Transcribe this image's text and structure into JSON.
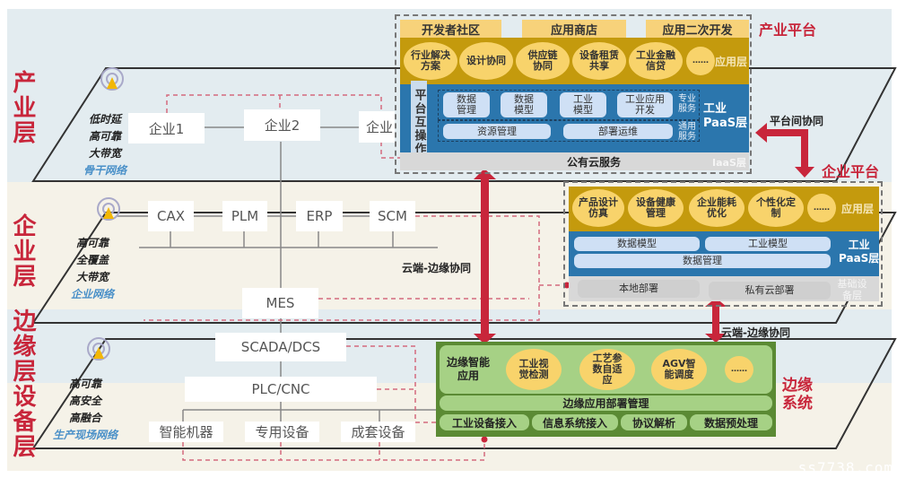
{
  "layers": {
    "industry": "产业层",
    "enterprise": "企业层",
    "edge": "边缘层",
    "device": "设备层"
  },
  "networks": {
    "backbone": {
      "tags": [
        "低时延",
        "高可靠",
        "大带宽"
      ],
      "name": "骨干网络"
    },
    "enterprise": {
      "tags": [
        "高可靠",
        "全覆盖",
        "大带宽"
      ],
      "name": "企业网络"
    },
    "field": {
      "tags": [
        "高可靠",
        "高安全",
        "高融合"
      ],
      "name": "生产现场网络"
    }
  },
  "industry_nodes": [
    "企业1",
    "企业2",
    "企业"
  ],
  "enterprise_nodes": [
    "CAX",
    "PLM",
    "ERP",
    "SCM"
  ],
  "mes": "MES",
  "scada": "SCADA/DCS",
  "plc": "PLC/CNC",
  "devices": [
    "智能机器",
    "专用设备",
    "成套设备"
  ],
  "industry_platform": {
    "title": "产业平台",
    "tabs": [
      "开发者社区",
      "应用商店",
      "应用二次开发"
    ],
    "apps": [
      "行业解决方案",
      "设计协同",
      "供应链协同",
      "设备租赁共享",
      "工业金融信贷",
      "……"
    ],
    "app_layer_label": "应用层",
    "interop": "平台互操作",
    "paas_pro": [
      "数据管理",
      "数据模型",
      "工业模型",
      "工业应用开发"
    ],
    "paas_pro_label": "专业服务",
    "paas_common": [
      "资源管理",
      "部署运维"
    ],
    "paas_common_label": "通用服务",
    "paas_label_1": "工业",
    "paas_label_2": "PaaS层",
    "iaas": "公有云服务",
    "iaas_label": "IaaS层"
  },
  "enterprise_platform": {
    "title": "企业平台",
    "apps": [
      "产品设计仿真",
      "设备健康管理",
      "企业能耗优化",
      "个性化定制",
      "……"
    ],
    "app_layer_label": "应用层",
    "paas_row1": [
      "数据模型",
      "工业模型"
    ],
    "paas_row2": "数据管理",
    "paas_label_1": "工业",
    "paas_label_2": "PaaS层",
    "infra": [
      "本地部署",
      "私有云部署"
    ],
    "infra_label": "基础设备层"
  },
  "edge_system": {
    "title": "边缘系统",
    "intel_label": "边缘智能应用",
    "apps": [
      "工业视觉检测",
      "工艺参数自适应",
      "AGV智能调度",
      "……"
    ],
    "deploy": "边缘应用部署管理",
    "access": [
      "工业设备接入",
      "信息系统接入",
      "协议解析",
      "数据预处理"
    ]
  },
  "annotations": {
    "platform_collab": "平台间协同",
    "cloud_edge_1": "云端-边缘协同",
    "cloud_edge_2": "云端-边缘协同"
  },
  "watermark": "ss7738.com",
  "colors": {
    "accent_red": "#c8263b",
    "app_gold": "#c49a0d",
    "paas_blue": "#2b76ad",
    "edge_green": "#5b8a34"
  }
}
